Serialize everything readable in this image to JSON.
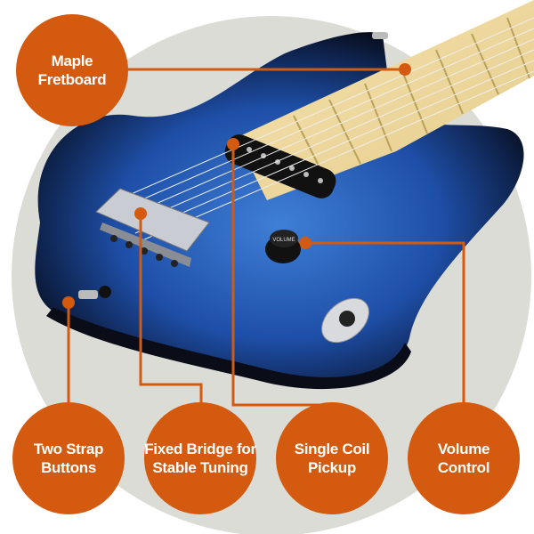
{
  "colors": {
    "accent": "#d35a0e",
    "background_circle": "#dcdcd6",
    "body_blue": "#1e4fa8"
  },
  "guitar": {
    "knob_label": "VOLUME"
  },
  "callouts": [
    {
      "id": "maple-fretboard",
      "line1": "Maple",
      "line2": "Fretboard"
    },
    {
      "id": "two-strap-buttons",
      "line1": "Two Strap",
      "line2": "Buttons"
    },
    {
      "id": "fixed-bridge",
      "line1": "Fixed Bridge for",
      "line2": "Stable Tuning"
    },
    {
      "id": "single-coil-pickup",
      "line1": "Single Coil",
      "line2": "Pickup"
    },
    {
      "id": "volume-control",
      "line1": "Volume",
      "line2": "Control"
    }
  ]
}
